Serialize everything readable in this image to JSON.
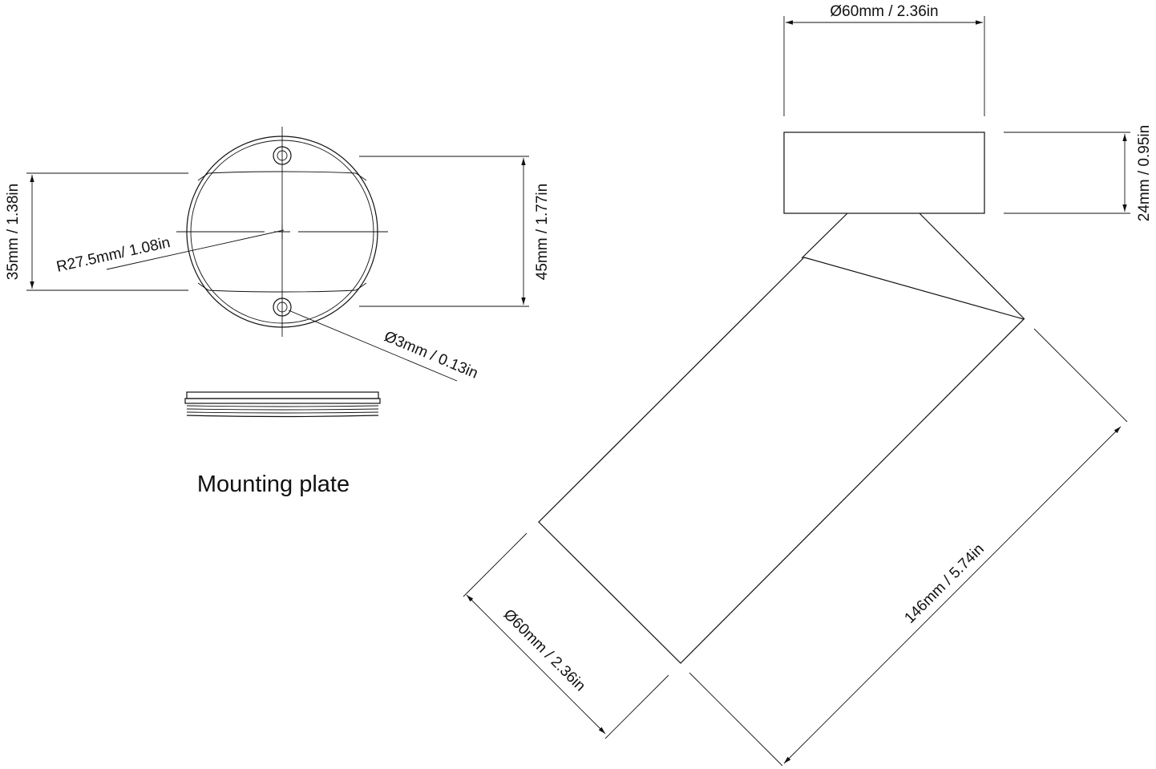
{
  "mounting_plate": {
    "caption": "Mounting plate",
    "radius_label": "R27.5mm/ 1.08in",
    "hole_label": "Ø3mm / 0.13in",
    "hole_spacing_label": "35mm / 1.38in",
    "height_label": "45mm / 1.77in"
  },
  "fixture": {
    "canopy_diameter_label": "Ø60mm / 2.36in",
    "canopy_height_label": "24mm / 0.95in",
    "body_diameter_label": "Ø60mm / 2.36in",
    "body_length_label": "146mm / 5.74in"
  }
}
